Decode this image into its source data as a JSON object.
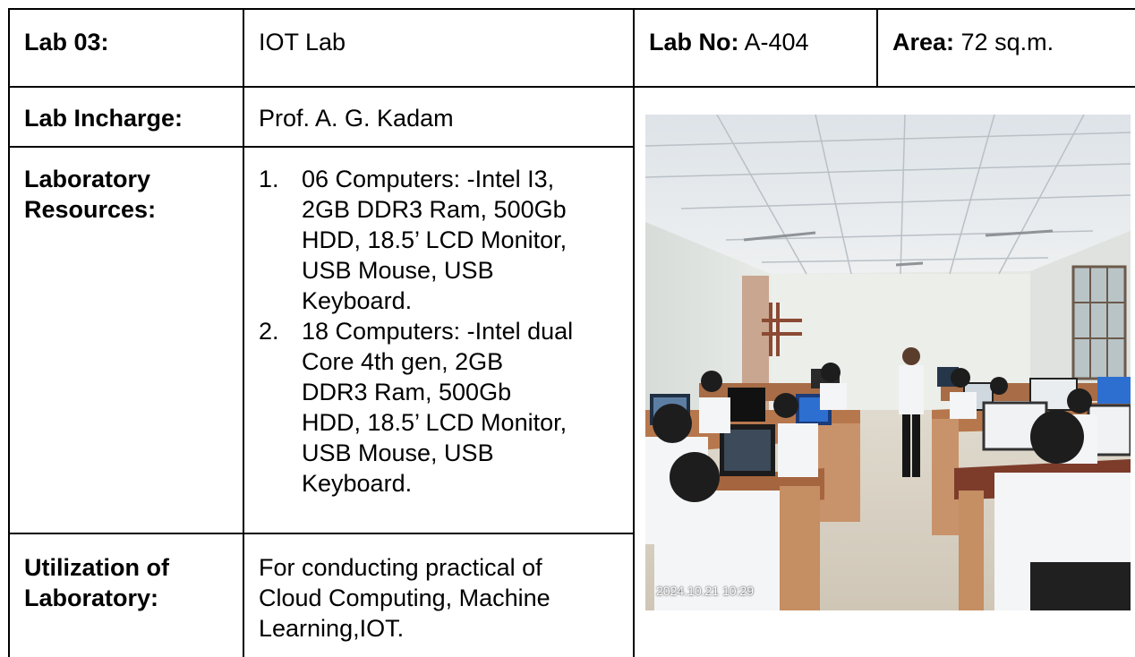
{
  "table": {
    "row1": {
      "lab_label": "Lab 03:",
      "lab_name": "IOT Lab",
      "lab_no_label": "Lab No:",
      "lab_no_value": " A-404",
      "area_label": "Area:",
      "area_value": " 72 sq.m."
    },
    "row2": {
      "label": "Lab Incharge:",
      "value": "Prof. A. G. Kadam"
    },
    "row3": {
      "label_line1": "Laboratory",
      "label_line2": "Resources:",
      "items": [
        {
          "number": "1.",
          "lines": [
            "06 Computers: -Intel I3,",
            "2GB DDR3 Ram, 500Gb",
            "HDD, 18.5’ LCD Monitor,",
            "USB Mouse, USB",
            "Keyboard."
          ]
        },
        {
          "number": "2.",
          "lines": [
            "18 Computers: -Intel dual",
            "Core 4th gen, 2GB",
            "DDR3 Ram, 500Gb",
            "HDD, 18.5’ LCD Monitor,",
            "USB Mouse, USB",
            "Keyboard."
          ]
        }
      ]
    },
    "row4": {
      "label_line1": "Utilization of",
      "label_line2": "Laboratory:",
      "value_lines": [
        "For conducting practical of",
        "Cloud Computing, Machine",
        "Learning,IOT."
      ]
    }
  },
  "photo": {
    "timestamp": "2024.10.21 10:29"
  }
}
